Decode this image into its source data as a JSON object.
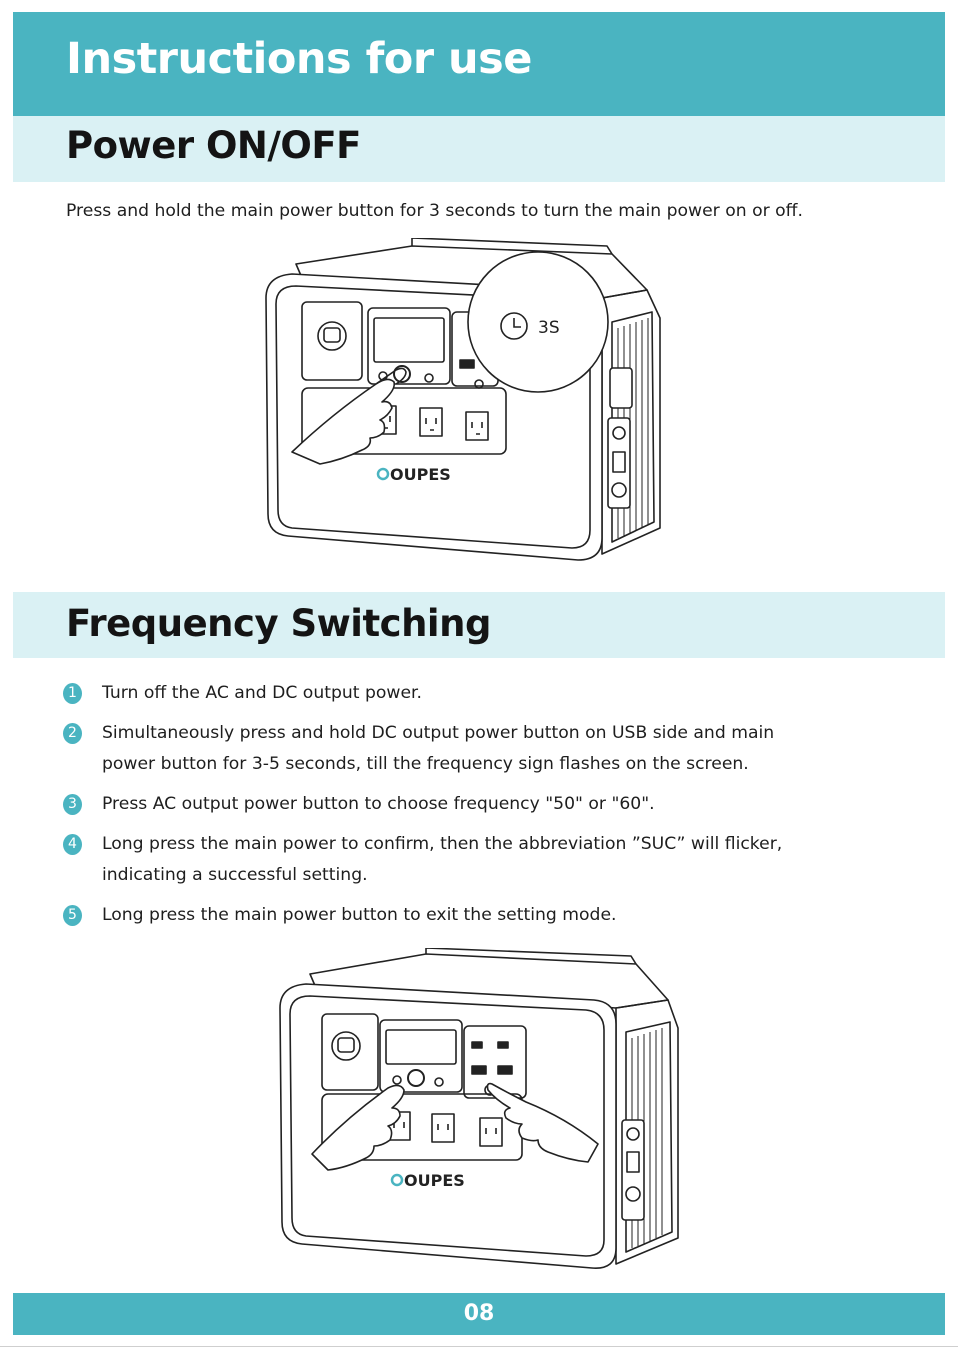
{
  "header": {
    "title": "Instructions for use"
  },
  "power_section": {
    "title": "Power ON/OFF",
    "text": "Press and hold the main power button for 3 seconds to turn the main power on or off.",
    "callout_label": "3S",
    "brand": "OUPES"
  },
  "frequency_section": {
    "title": "Frequency Switching",
    "steps": [
      {
        "num": "1",
        "lines": [
          "Turn off the AC and DC output power."
        ]
      },
      {
        "num": "2",
        "lines": [
          "Simultaneously press and hold DC output power button on USB side and main",
          "power button for 3-5 seconds, till the frequency sign flashes on the screen."
        ]
      },
      {
        "num": "3",
        "lines": [
          "Press AC output power button to choose frequency \"50\" or \"60\"."
        ]
      },
      {
        "num": "4",
        "lines": [
          "Long press the main power to confirm, then the abbreviation ”SUC” will flicker,",
          "indicating a successful setting."
        ]
      },
      {
        "num": "5",
        "lines": [
          "Long press the main power button to exit the setting mode."
        ]
      }
    ],
    "brand": "OUPES"
  },
  "footer": {
    "page": "08"
  },
  "colors": {
    "accent": "#4ab4c1",
    "section_bg": "#daf1f4",
    "text": "#1e1e1e"
  },
  "icons": [
    "clock-icon",
    "power-station-illustration",
    "finger-press-illustration"
  ]
}
